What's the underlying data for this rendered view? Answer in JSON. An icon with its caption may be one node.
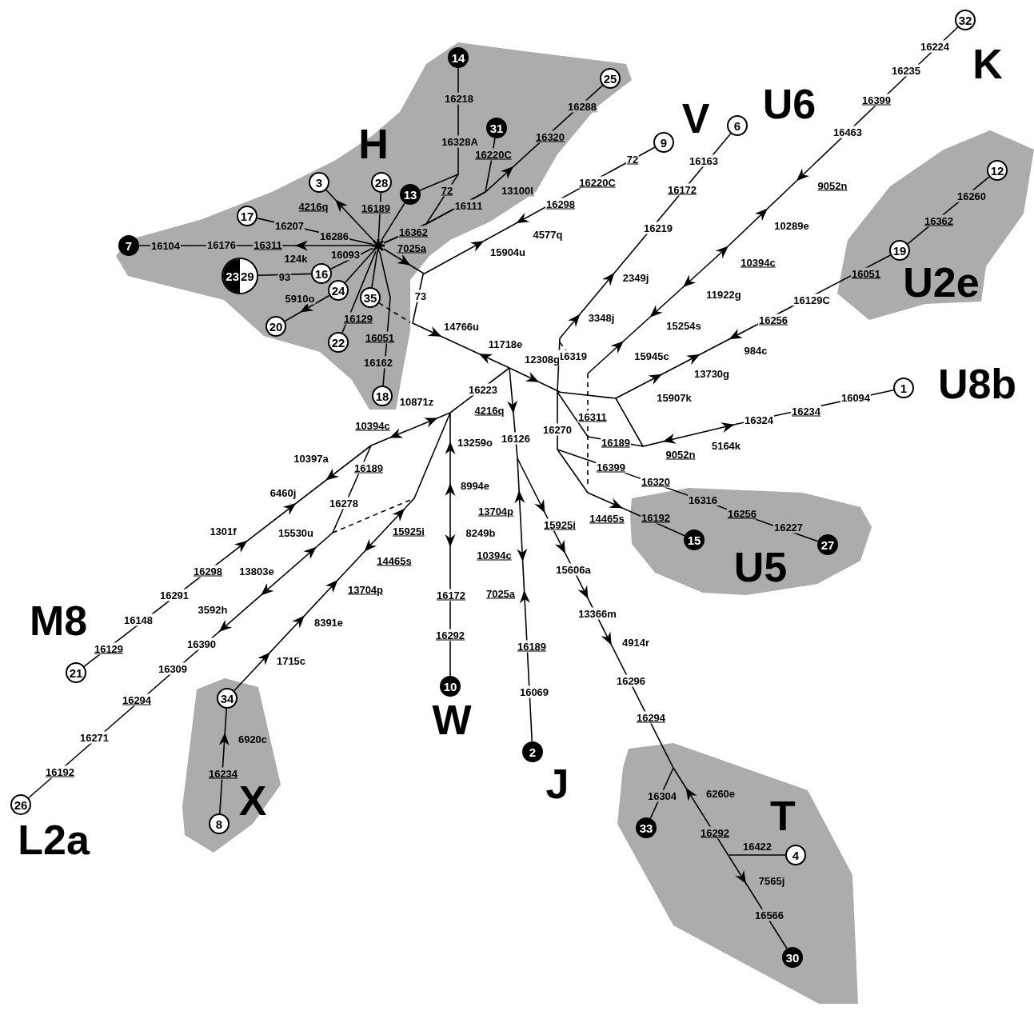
{
  "diagram": {
    "nodes": [
      {
        "text": [
          "H"
        ]
      },
      {
        "text": [],
        "shape": "star",
        "in": 0
      },
      {
        "text": [
          "14"
        ],
        "in": 0
      },
      {
        "text": [
          "25"
        ],
        "in": 0
      },
      {
        "text": [
          "31"
        ],
        "in": 0
      },
      {
        "text": [
          "28"
        ],
        "in": 0
      },
      {
        "text": [
          "13"
        ],
        "in": 0
      },
      {
        "text": [
          "3"
        ],
        "in": 0
      },
      {
        "text": [
          "17"
        ],
        "in": 0
      },
      {
        "text": [
          "7"
        ],
        "in": 0
      },
      {
        "text": [
          "23",
          "29"
        ],
        "in": 0
      },
      {
        "text": [
          "16"
        ],
        "in": 0
      },
      {
        "text": [
          "24"
        ],
        "in": 0
      },
      {
        "text": [
          "35"
        ],
        "in": 0
      },
      {
        "text": [
          "20"
        ],
        "in": 0
      },
      {
        "text": [
          "22"
        ],
        "in": 0
      },
      {
        "text": [
          "18"
        ],
        "in": 0
      },
      {
        "text": [
          "9"
        ]
      },
      {
        "text": [
          "6"
        ]
      },
      {
        "text": [
          "32"
        ]
      },
      {
        "text": [
          "U2e"
        ]
      },
      {
        "text": [
          "12"
        ],
        "in": 20
      },
      {
        "text": [
          "19"
        ],
        "in": 20
      },
      {
        "text": [
          "1"
        ]
      },
      {
        "text": [
          "U5"
        ]
      },
      {
        "text": [
          "15"
        ],
        "in": 24
      },
      {
        "text": [
          "27"
        ],
        "in": 24
      },
      {
        "text": [
          "10"
        ]
      },
      {
        "text": [
          "2"
        ]
      },
      {
        "text": [
          "21"
        ]
      },
      {
        "text": [
          "26"
        ]
      },
      {
        "text": [
          "X"
        ]
      },
      {
        "text": [
          "34"
        ],
        "in": 31
      },
      {
        "text": [
          "8"
        ],
        "in": 31
      },
      {
        "text": [
          "T"
        ]
      },
      {
        "text": [
          "33"
        ],
        "in": 34
      },
      {
        "text": [
          "4"
        ],
        "in": 34
      },
      {
        "text": [
          "30"
        ],
        "in": 34
      }
    ],
    "edges": [
      {
        "from": 1,
        "to": 7,
        "arrow": "to"
      },
      {
        "from": 1,
        "to": 5,
        "arrow": "none"
      },
      {
        "from": 1,
        "to": 6,
        "arrow": "none"
      },
      {
        "from": 1,
        "to": 8,
        "arrow": "none"
      },
      {
        "from": 1,
        "to": 9,
        "arrow": "to"
      },
      {
        "from": 1,
        "to": 11,
        "arrow": "none"
      },
      {
        "from": 11,
        "to": 10,
        "arrow": "none"
      },
      {
        "from": 1,
        "to": 12,
        "arrow": "none"
      },
      {
        "from": 12,
        "to": 14,
        "arrow": "to"
      },
      {
        "from": 1,
        "to": 15,
        "arrow": "none"
      },
      {
        "from": 1,
        "to": 13,
        "arrow": "none"
      },
      {
        "from": 1,
        "to": 16,
        "arrow": "none"
      },
      {
        "from": 6,
        "to": 2,
        "arrow": "none"
      },
      {
        "from": 1,
        "to": 4,
        "arrow": "none"
      },
      {
        "from": 1,
        "to": 3,
        "arrow": "to"
      },
      {
        "from": 1,
        "to": null,
        "arrow": "none"
      },
      {
        "from": 13,
        "to": null,
        "arrow": "none",
        "style": "dashed"
      },
      {
        "from": 0,
        "to": 17,
        "arrow": "to"
      },
      {
        "from": null,
        "to": 18,
        "arrow": "none"
      },
      {
        "from": null,
        "to": 19,
        "arrow": "none"
      },
      {
        "from": null,
        "to": 22,
        "arrow": "none"
      },
      {
        "from": 22,
        "to": 21,
        "arrow": "none"
      },
      {
        "from": null,
        "to": 23,
        "arrow": "none"
      },
      {
        "from": null,
        "to": 25,
        "arrow": "none"
      },
      {
        "from": null,
        "to": 26,
        "arrow": "none"
      },
      {
        "from": null,
        "to": 27,
        "arrow": "none"
      },
      {
        "from": null,
        "to": 28,
        "arrow": "none"
      },
      {
        "from": null,
        "to": 37,
        "arrow": "none"
      },
      {
        "from": null,
        "to": 35,
        "arrow": "none"
      },
      {
        "from": null,
        "to": 36,
        "arrow": "none"
      },
      {
        "from": null,
        "to": 29,
        "arrow": "none"
      },
      {
        "from": null,
        "to": 30,
        "arrow": "none"
      },
      {
        "from": null,
        "to": 32,
        "arrow": "none"
      },
      {
        "from": 33,
        "to": 32,
        "arrow": "to"
      },
      {
        "from": 0,
        "to": null,
        "arrow": "none"
      }
    ],
    "labels": [
      "V",
      "U6",
      "K",
      "U8b",
      "M8",
      "W",
      "J",
      "L2a",
      "16218",
      "16328A",
      "16220C",
      "16288",
      "16320",
      "13100l",
      "72",
      "16111",
      "4216q",
      "16189",
      "16207",
      "16286",
      "16362",
      "7025a",
      "16104",
      "16176",
      "16311",
      "124k",
      "16093",
      "93",
      "5910o",
      "16129",
      "16051",
      "16162",
      "73",
      "72",
      "16220C",
      "16298",
      "4577q",
      "15904u",
      "16163",
      "16172",
      "16219",
      "2349j",
      "3348j",
      "16319",
      "16224",
      "16235",
      "16399",
      "16463",
      "9052n",
      "10289e",
      "10394c",
      "11922g",
      "15254s",
      "15945c",
      "16260",
      "16362",
      "16051",
      "16129C",
      "16256",
      "984c",
      "13730g",
      "15907k",
      "14766u",
      "11718e",
      "12308g",
      "16223",
      "4216q",
      "10871z",
      "16311",
      "16270",
      "16189",
      "16324",
      "16234",
      "16094",
      "5164k",
      "9052n",
      "16399",
      "16320",
      "16316",
      "16256",
      "16227",
      "14465s",
      "16192",
      "13259o",
      "8994e",
      "8249b",
      "16172",
      "16292",
      "16126",
      "13704p",
      "10394c",
      "7025a",
      "16189",
      "16069",
      "15925i",
      "15606a",
      "13366m",
      "4914r",
      "16296",
      "16294",
      "16304",
      "6260e",
      "16292",
      "16422",
      "7565j",
      "16566",
      "10394c",
      "10397a",
      "16189",
      "6460j",
      "16278",
      "1301f",
      "15530u",
      "15925i",
      "16298",
      "13803e",
      "14465s",
      "13704p",
      "16291",
      "3592h",
      "8391e",
      "16148",
      "16390",
      "16129",
      "1715c",
      "16309",
      "16294",
      "6920c",
      "16271",
      "16234",
      "16192"
    ]
  }
}
